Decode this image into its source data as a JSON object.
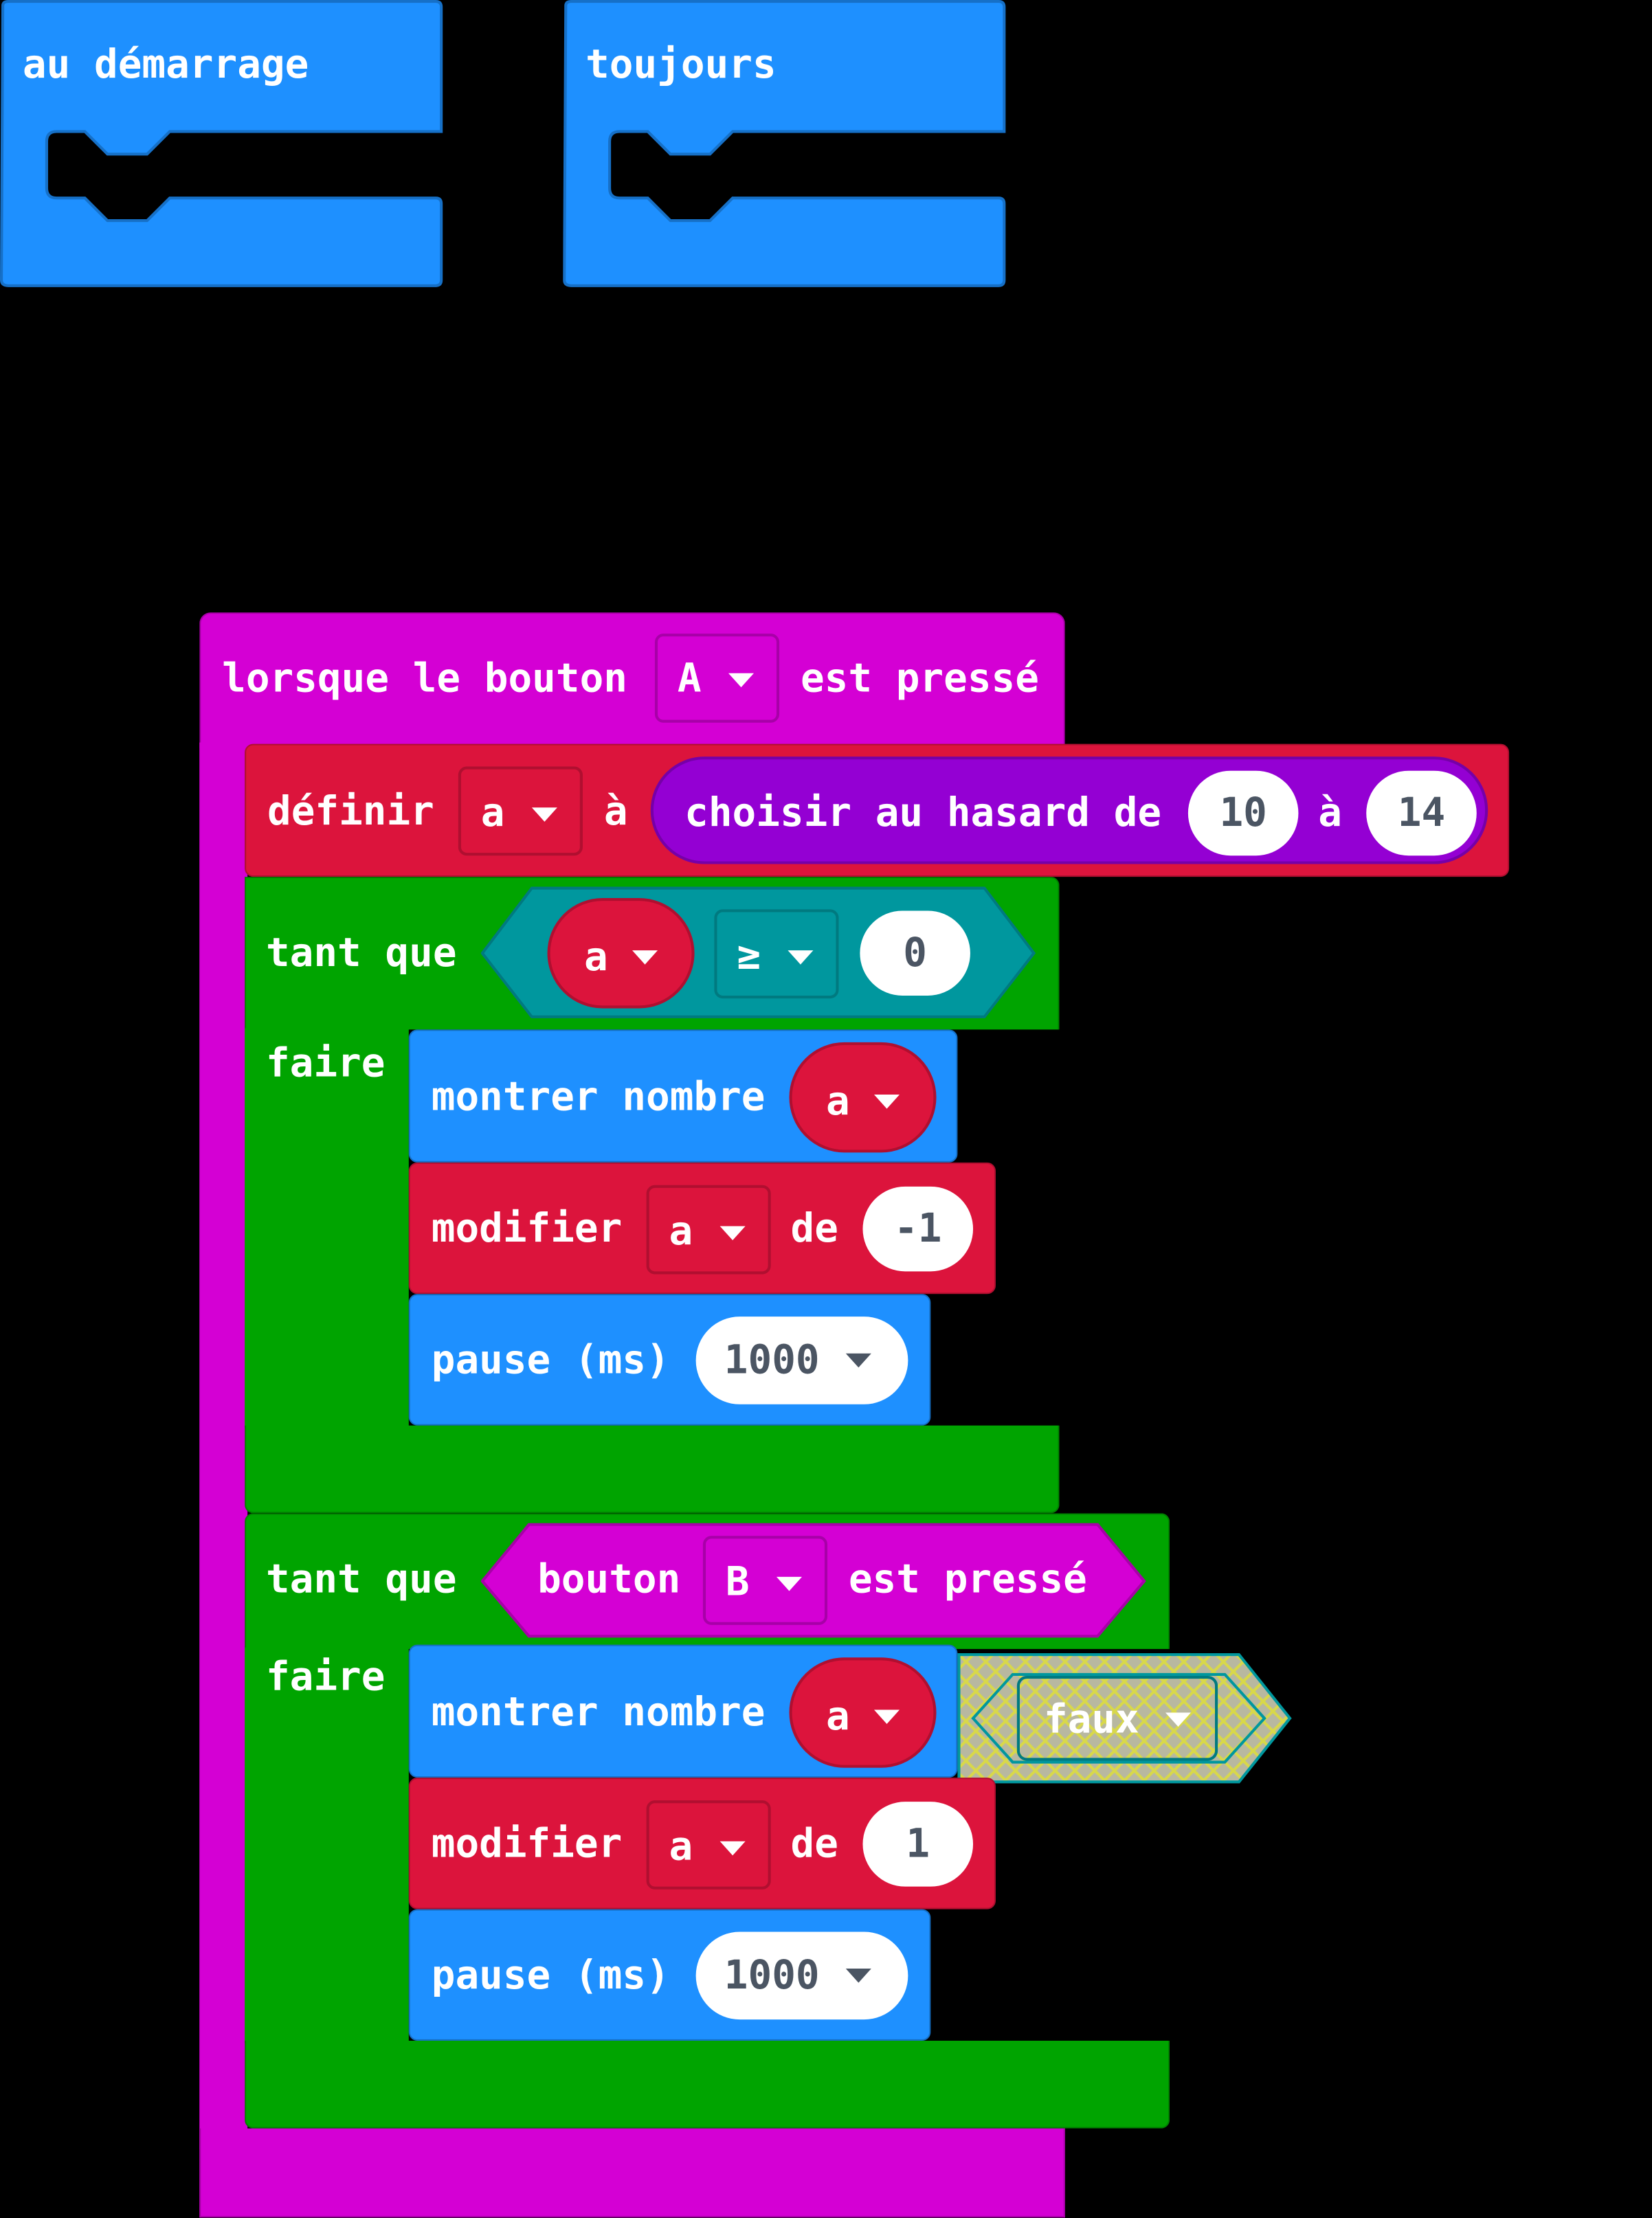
{
  "on_start": {
    "label": "au démarrage"
  },
  "forever": {
    "label": "toujours"
  },
  "on_button": {
    "prefix": "lorsque le bouton",
    "button": "A",
    "suffix": "est pressé"
  },
  "set_var": {
    "label": "définir",
    "var": "a",
    "to": "à",
    "random": {
      "label": "choisir au hasard de",
      "from": "10",
      "to_label": "à",
      "to": "14"
    }
  },
  "while1": {
    "label": "tant que",
    "do_label": "faire",
    "cond": {
      "var": "a",
      "op": "≥",
      "value": "0"
    },
    "show": {
      "label": "montrer nombre",
      "var": "a"
    },
    "change": {
      "label": "modifier",
      "var": "a",
      "by_label": "de",
      "by": "-1"
    },
    "pause": {
      "label": "pause (ms)",
      "value": "1000"
    }
  },
  "while2": {
    "label": "tant que",
    "do_label": "faire",
    "cond": {
      "label": "bouton",
      "button": "B",
      "suffix": "est pressé"
    },
    "show": {
      "label": "montrer nombre",
      "var": "a"
    },
    "detached": {
      "label": "faux"
    },
    "change": {
      "label": "modifier",
      "var": "a",
      "by_label": "de",
      "by": "1"
    },
    "pause": {
      "label": "pause (ms)",
      "value": "1000"
    }
  },
  "colors": {
    "basic": "#1e90ff",
    "variables": "#dc143c",
    "loops": "#00a400",
    "input": "#d400d4",
    "math": "#9400d3",
    "logic": "#00979e"
  }
}
